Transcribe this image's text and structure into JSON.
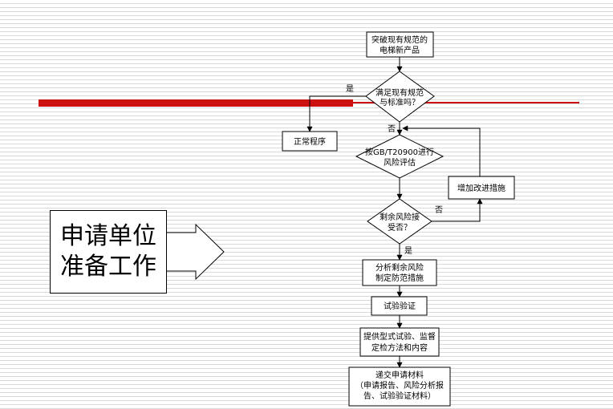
{
  "flowchart": {
    "nodes": {
      "start": [
        "突破现有规范的",
        "电梯新产品"
      ],
      "decision1": [
        "满足现有规范",
        "与标准吗？"
      ],
      "normal": [
        "正常程序"
      ],
      "assess": [
        "按GB/T20900进行",
        "风险评估"
      ],
      "add_measures": [
        "增加改进措施"
      ],
      "decision2": [
        "剩余风险接",
        "受否？"
      ],
      "analyze": [
        "分析剩余风险",
        "制定防范措施"
      ],
      "test": [
        "试验验证"
      ],
      "provide": [
        "提供型式试验、监督",
        "定检方法和内容"
      ],
      "submit": [
        "递交申请材料",
        "（申请报告、风险分析报",
        "告、试验验证材料）"
      ]
    },
    "edge_labels": {
      "d1_yes": "是",
      "d1_no": "否",
      "d2_no": "否",
      "d2_yes": "是"
    }
  },
  "callout": {
    "line1": "申请单位",
    "line2": "准备工作"
  }
}
